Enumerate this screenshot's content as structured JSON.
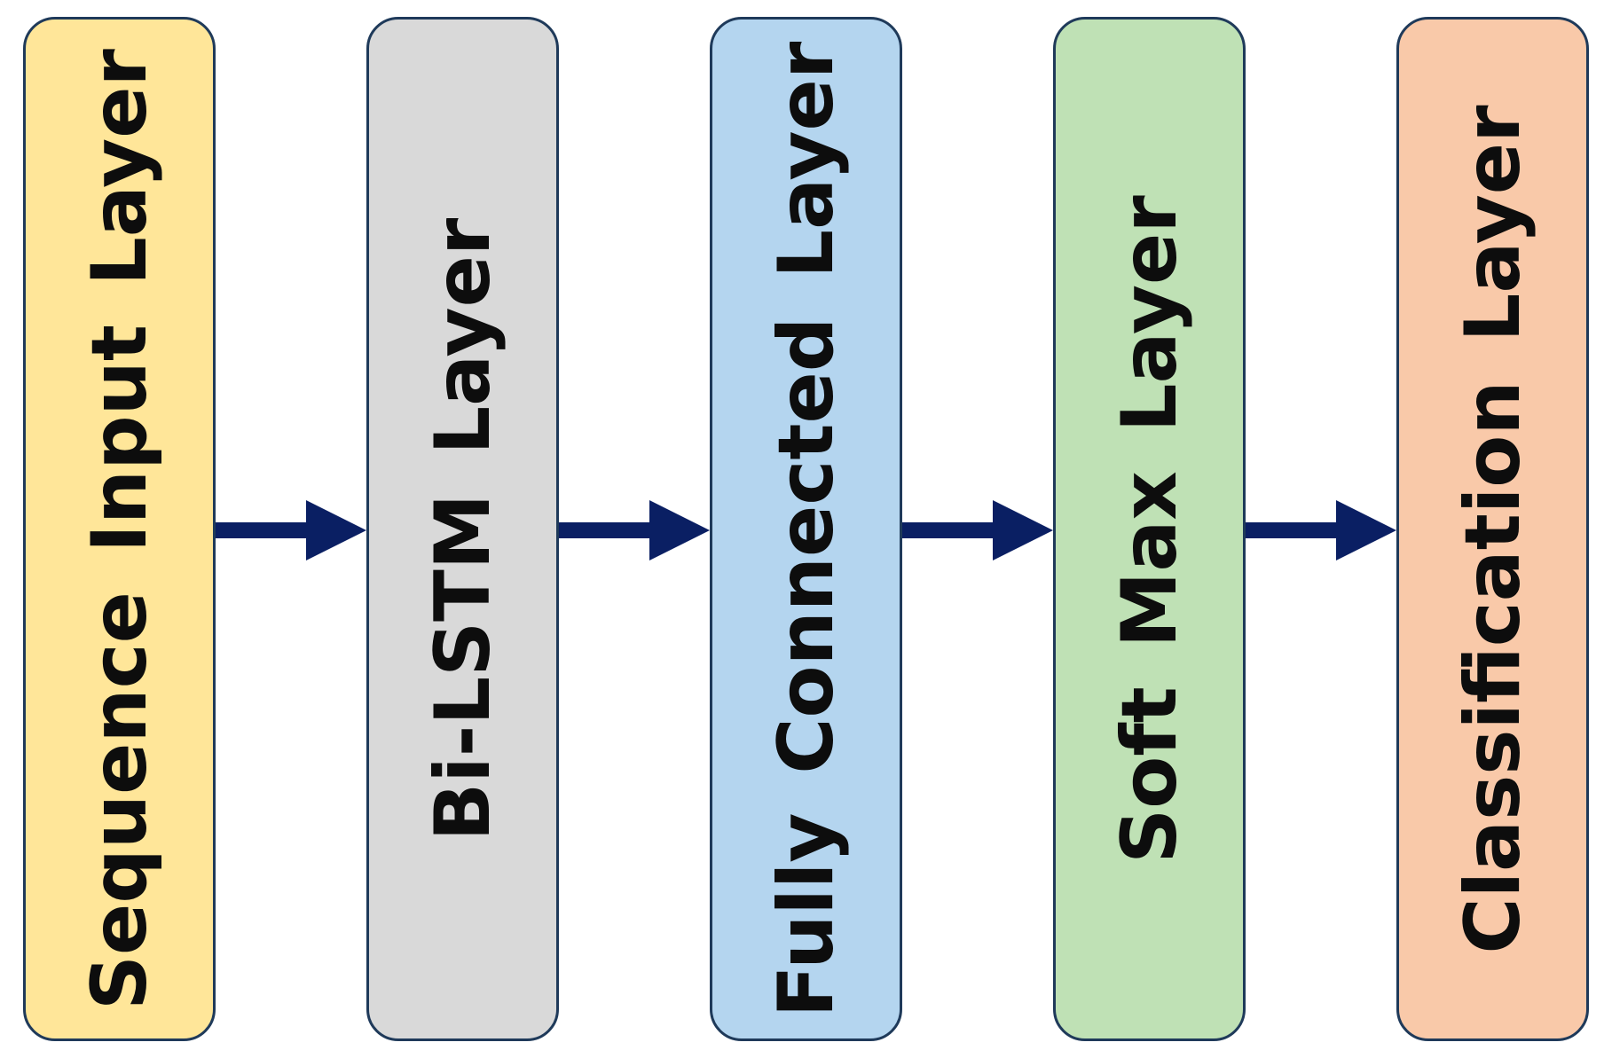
{
  "diagram": {
    "layers": [
      {
        "label": "Sequence  Input Layer",
        "fill": "#ffe699"
      },
      {
        "label": "Bi-LSTM Layer",
        "fill": "#d9d9d9"
      },
      {
        "label": "Fully Connected  Layer",
        "fill": "#b4d5ef"
      },
      {
        "label": "Soft Max Layer",
        "fill": "#bfe1b5"
      },
      {
        "label": "Classification Layer",
        "fill": "#f9c9a9"
      }
    ],
    "box_border_color": "#1f3a5a",
    "arrow_color": "#0a1f63"
  }
}
